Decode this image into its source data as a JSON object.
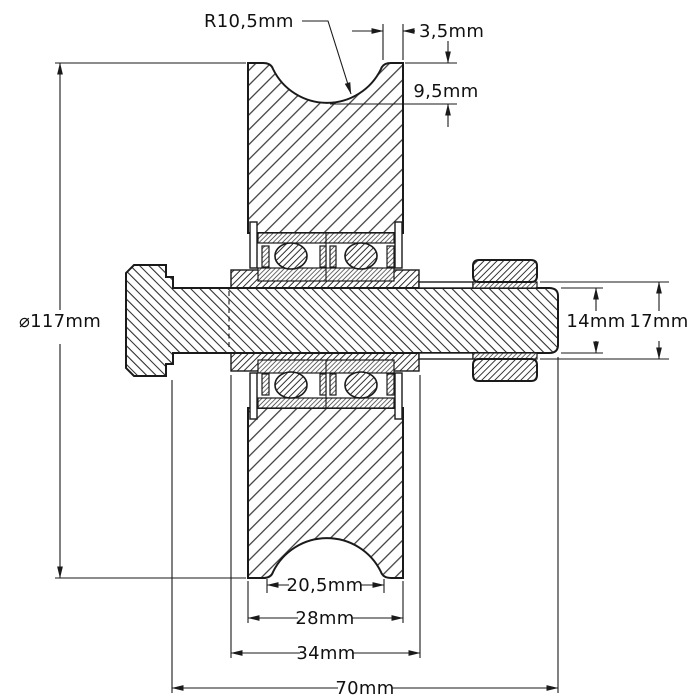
{
  "drawing": {
    "title": "Pulley wheel with ball bearings - sectional technical drawing",
    "dimensions": {
      "groove_radius": "R10,5mm",
      "rim_width": "3,5mm",
      "groove_depth": "9,5mm",
      "outer_diameter": "⌀117mm",
      "axle_diameter": "14mm",
      "nut_size": "17mm",
      "groove_width": "20,5mm",
      "hub_width": "28mm",
      "sleeve_width": "34mm",
      "axle_length": "70mm"
    },
    "colors": {
      "line": "#1a1a1a",
      "background": "#ffffff"
    }
  }
}
